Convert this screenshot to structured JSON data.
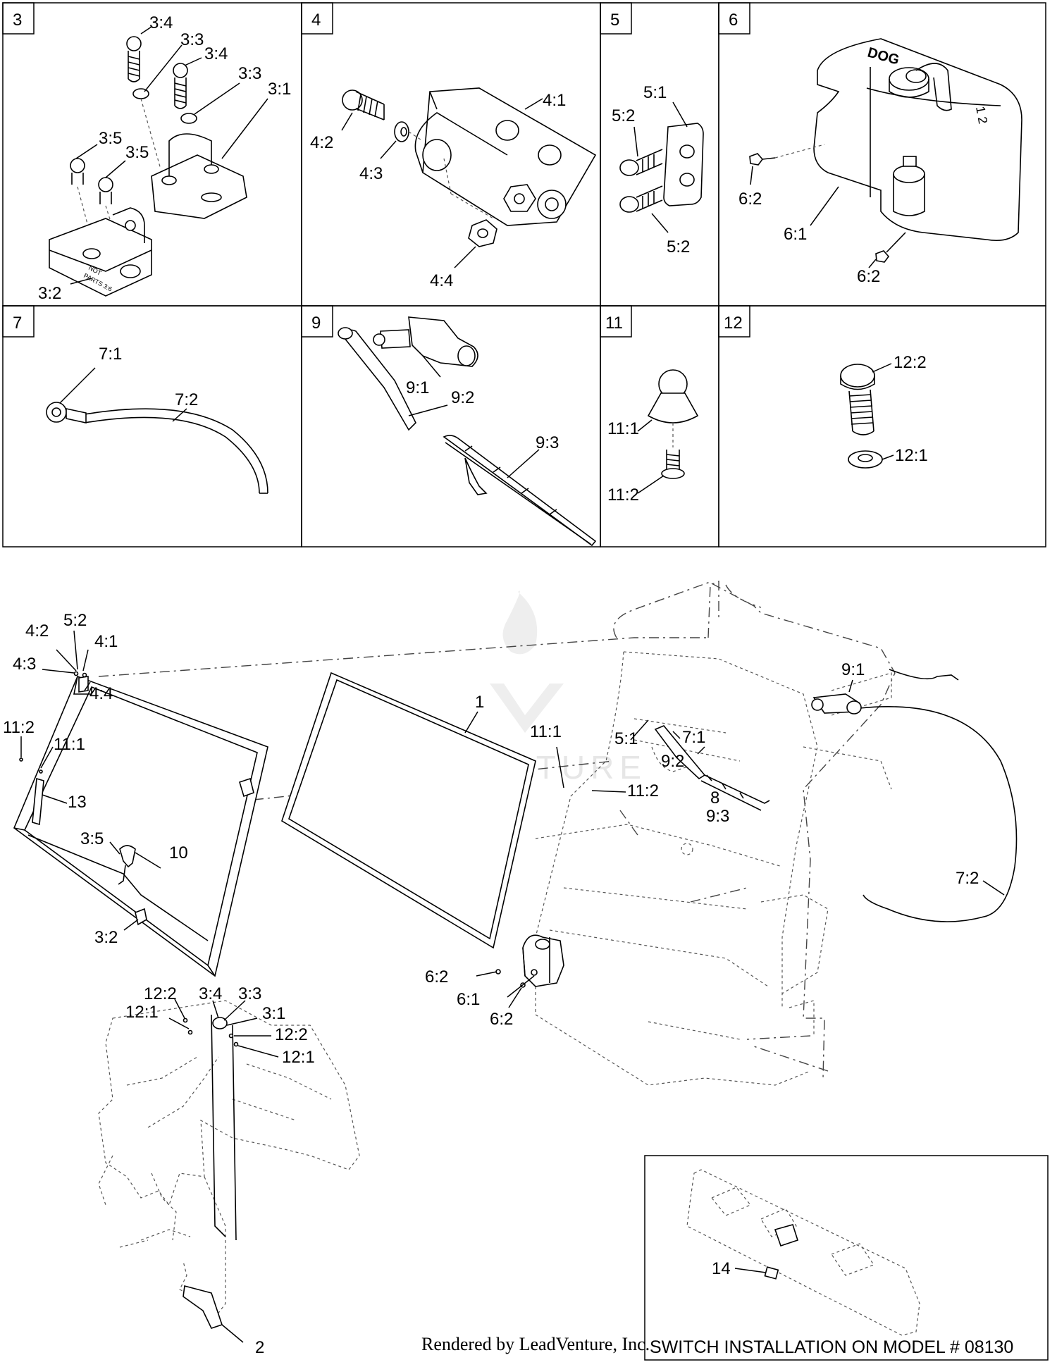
{
  "boxes": [
    {
      "num": "3",
      "labels": [
        "3:4",
        "3:3",
        "3:4",
        "3:3",
        "3:1",
        "3:5",
        "3:5",
        "3:2"
      ]
    },
    {
      "num": "4",
      "labels": [
        "4:1",
        "4:2",
        "4:3",
        "4:4"
      ]
    },
    {
      "num": "5",
      "labels": [
        "5:1",
        "5:2",
        "5:2"
      ]
    },
    {
      "num": "6",
      "labels": [
        "6:2",
        "6:1",
        "6:2"
      ]
    },
    {
      "num": "7",
      "labels": [
        "7:1",
        "7:2"
      ]
    },
    {
      "num": "9",
      "labels": [
        "9:1",
        "9:2",
        "9:3"
      ]
    },
    {
      "num": "11",
      "labels": [
        "11:1",
        "11:2"
      ]
    },
    {
      "num": "12",
      "labels": [
        "12:2",
        "12:1"
      ]
    }
  ],
  "part_stamp": {
    "line1": "NOT",
    "line2": "PARTS 3:6",
    "tank_text": "DOG",
    "tank_num": "1 2"
  },
  "main_labels": {
    "wiper_top": "9:1",
    "door": [
      "4:2",
      "5:2",
      "4:1",
      "4:3",
      "4:4",
      "11:2",
      "11:1",
      "13",
      "3:5",
      "10",
      "3:2"
    ],
    "glass": "1",
    "cab": [
      "11:1",
      "11:2",
      "5:1",
      "7:1",
      "9:2",
      "8",
      "9:3",
      "7:2"
    ],
    "tank": [
      "6:2",
      "6:1",
      "6:2"
    ],
    "dash": [
      "12:2",
      "12:1",
      "3:4",
      "3:3",
      "3:1",
      "12:2",
      "12:1",
      "2"
    ],
    "switch": "14"
  },
  "watermark": "LEADVENTURE",
  "footer": {
    "rendered_by": "Rendered by LeadVenture, Inc.",
    "switch_caption": "SWITCH INSTALLATION ON MODEL # 08130"
  }
}
